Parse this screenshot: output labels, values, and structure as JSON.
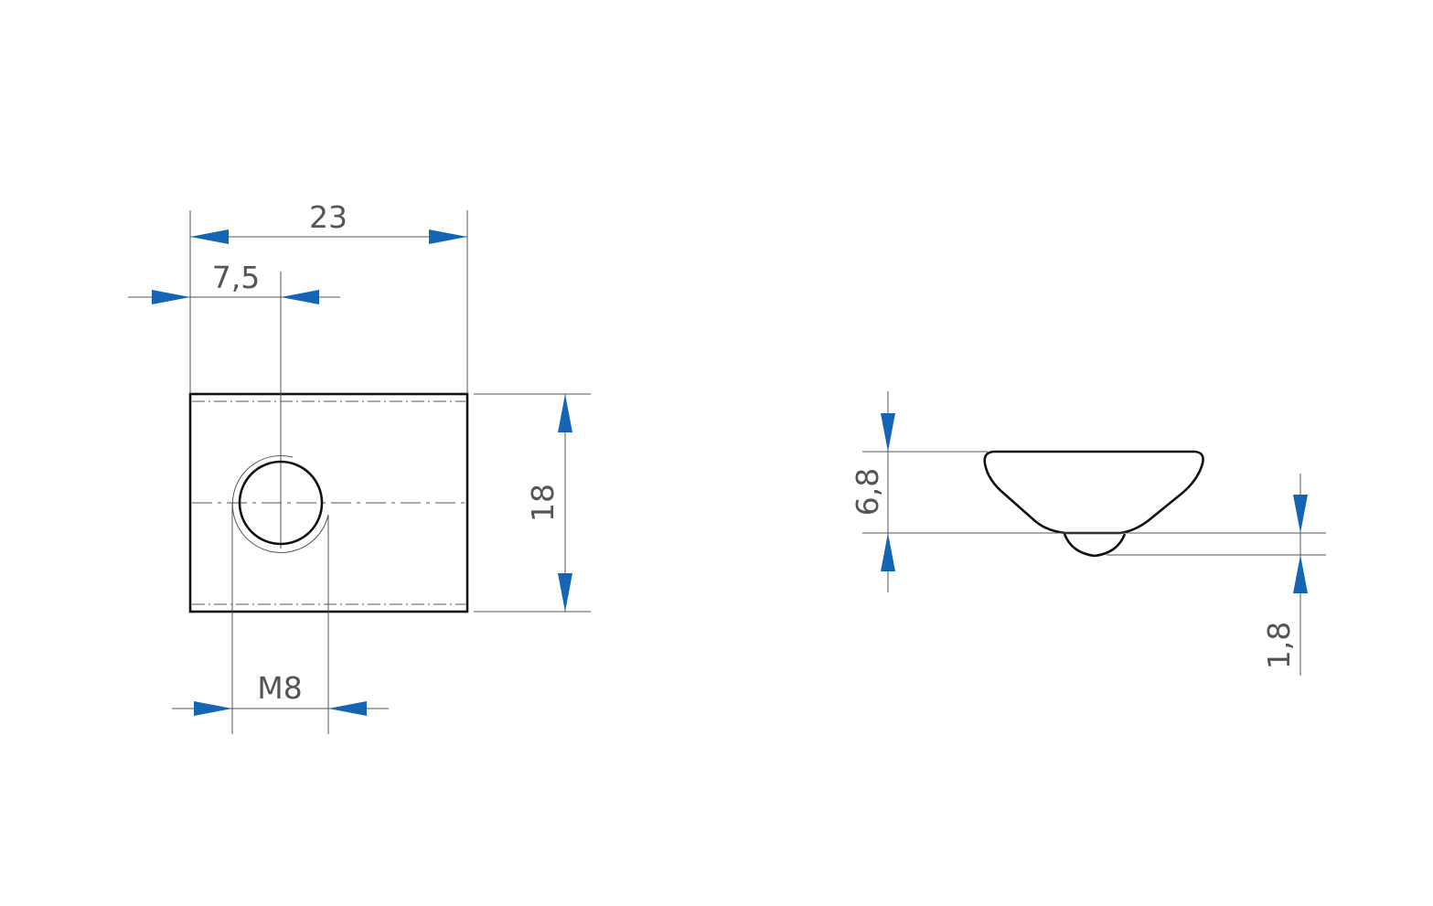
{
  "views": {
    "front": {
      "width_label": "23",
      "hole_offset_label": "7,5",
      "height_label": "18",
      "thread_label": "M8"
    },
    "side": {
      "height_label": "6,8",
      "dome_label": "1,8"
    }
  },
  "colors": {
    "arrow": "#1565B5",
    "outline": "#111111",
    "dimension_line": "#555555"
  }
}
